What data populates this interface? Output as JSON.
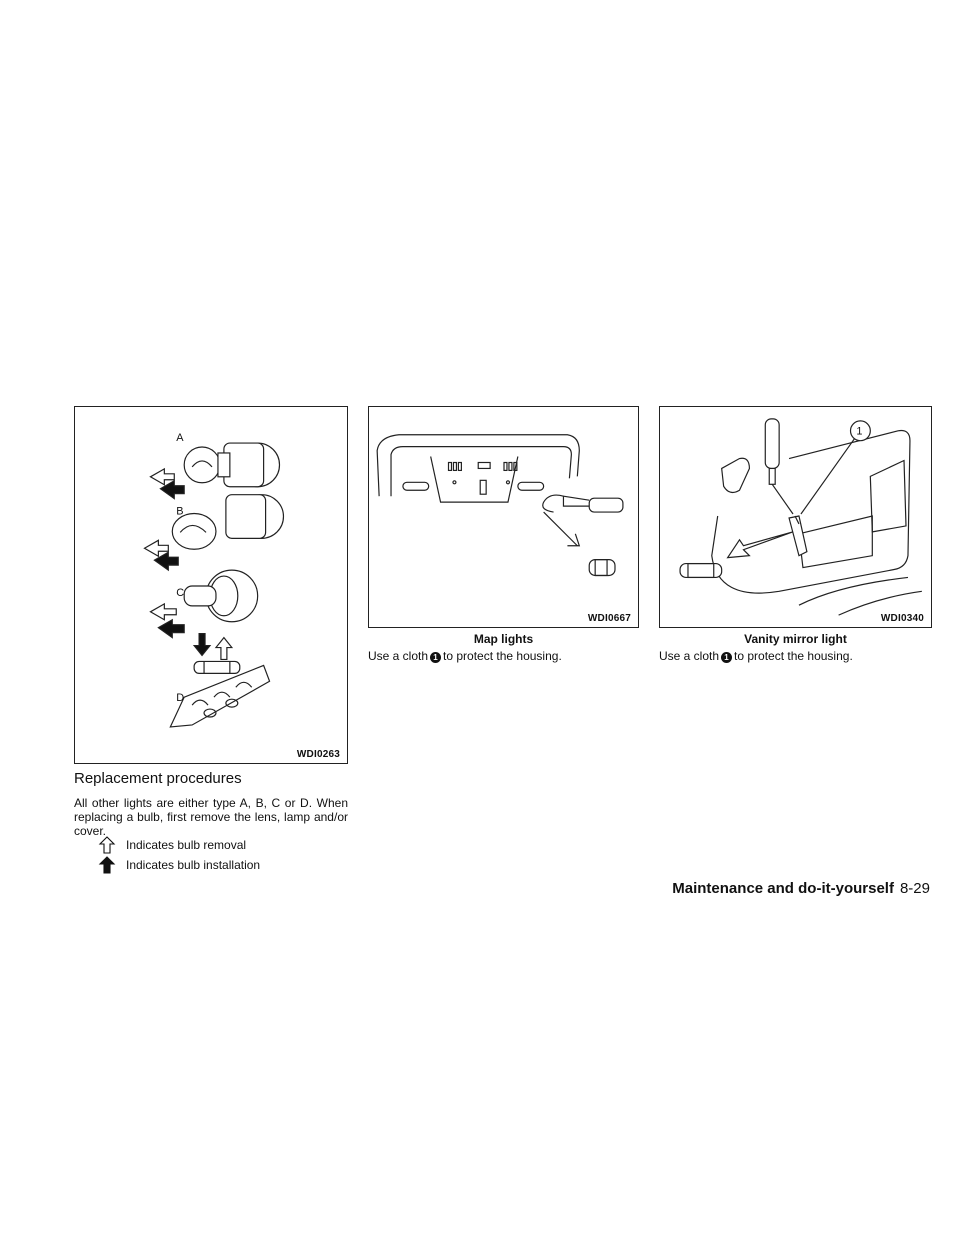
{
  "fig1": {
    "code": "WDI0263",
    "labels": [
      "A",
      "B",
      "C",
      "D"
    ]
  },
  "fig2": {
    "code": "WDI0667",
    "caption": "Map lights",
    "text_before": "Use a cloth",
    "circle_num": "1",
    "text_after": "to protect the housing."
  },
  "fig3": {
    "code": "WDI0340",
    "caption": "Vanity mirror light",
    "callout": "1",
    "text_before": "Use a cloth",
    "circle_num": "1",
    "text_after": "to protect the housing."
  },
  "section": {
    "heading": "Replacement procedures",
    "paragraph": "All other lights are either type A, B, C or D. When replacing a bulb, first remove the lens, lamp and/or cover.",
    "legend": [
      {
        "icon": "outline-arrow-icon",
        "text": "Indicates bulb removal"
      },
      {
        "icon": "solid-arrow-icon",
        "text": "Indicates bulb installation"
      }
    ]
  },
  "footer": {
    "section": "Maintenance and do-it-yourself",
    "page": "8-29"
  }
}
